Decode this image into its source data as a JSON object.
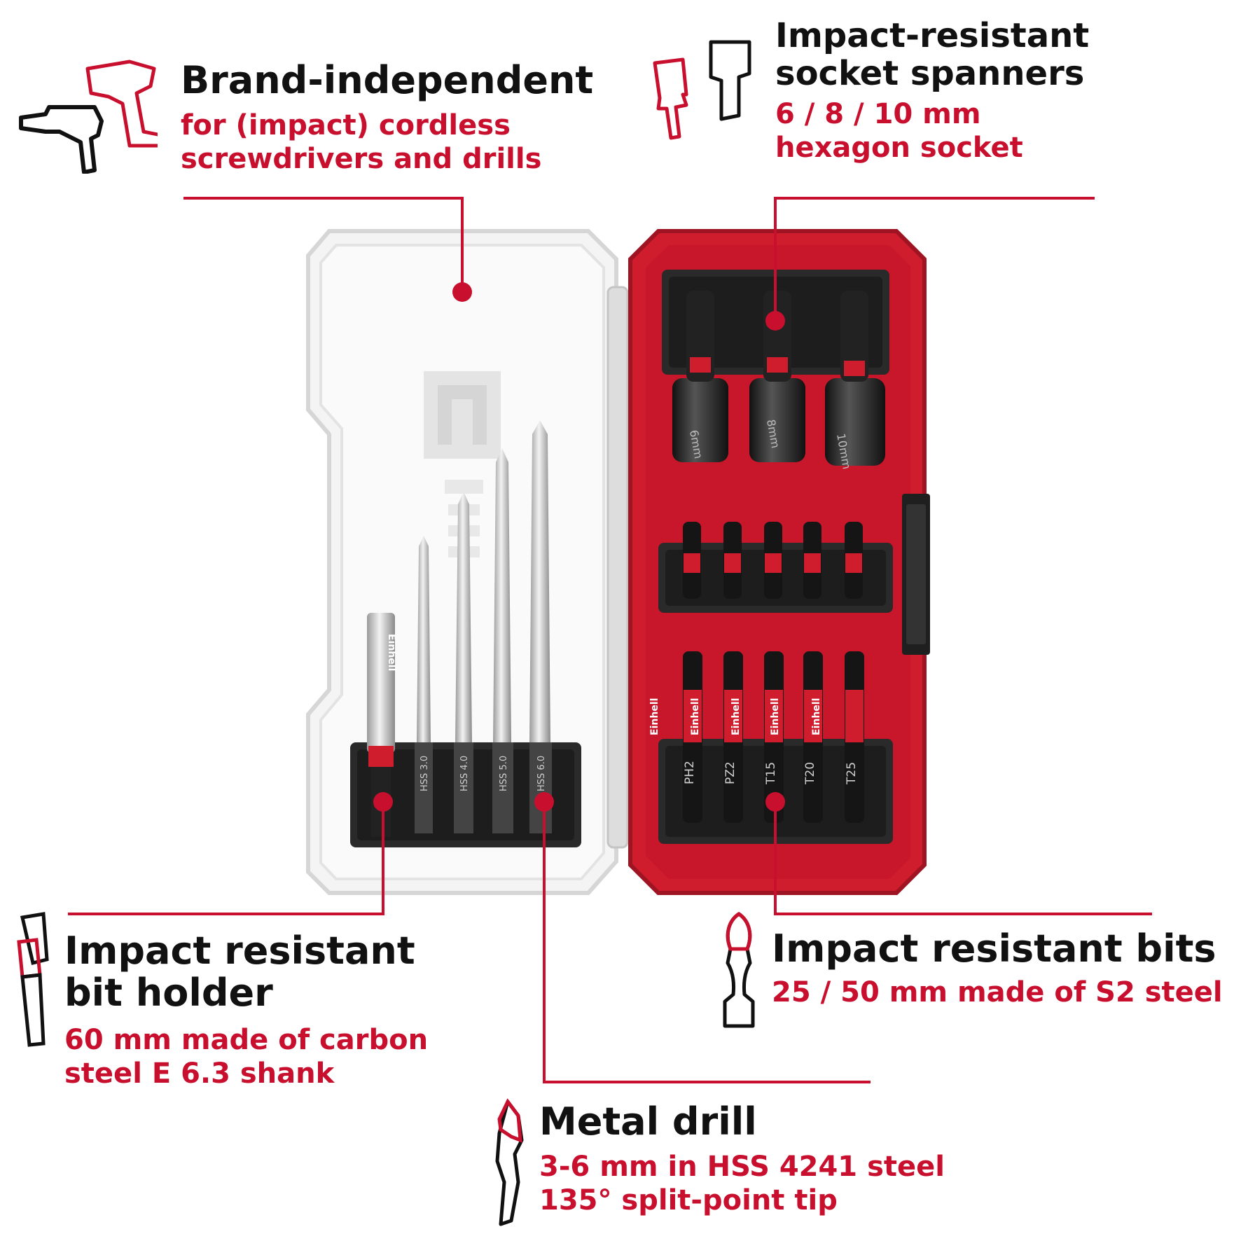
{
  "callouts": {
    "brand": {
      "title": "Brand-independent",
      "sub_lines": [
        "for (impact) cordless",
        "screwdrivers and drills"
      ],
      "icon": "cordless-drill-icon"
    },
    "socket": {
      "title_lines": [
        "Impact-resistant",
        "socket spanners"
      ],
      "sub_lines": [
        "6 / 8 / 10 mm",
        "hexagon socket"
      ],
      "icon": "socket-spanner-icon"
    },
    "holder": {
      "title_lines": [
        "Impact resistant",
        "bit holder"
      ],
      "sub_lines": [
        "60 mm made of carbon",
        "steel E 6.3 shank"
      ],
      "icon": "bit-holder-icon"
    },
    "bits": {
      "title": "Impact resistant bits",
      "sub": "25 / 50 mm made of S2 steel",
      "icon": "screwdriver-bit-icon"
    },
    "drill": {
      "title": "Metal drill",
      "sub_lines": [
        "3-6 mm in HSS 4241 steel",
        "135° split-point tip"
      ],
      "icon": "drill-bit-icon"
    }
  },
  "case": {
    "socket_labels": [
      "6mm",
      "8mm",
      "10mm"
    ],
    "bit_labels": [
      "PH2",
      "PZ2",
      "T15",
      "T20",
      "T25"
    ],
    "drill_labels": [
      "HSS 3.0",
      "HSS 4.0",
      "HSS 5.0",
      "HSS 6.0"
    ],
    "brand_mark": "Einhell"
  },
  "colors": {
    "accent": "#c8102e",
    "text": "#111111",
    "case_red": "#d01d2e",
    "case_red_dark": "#9e1422",
    "tray": "#2a2a2a",
    "lid": "#f3f3f3"
  }
}
